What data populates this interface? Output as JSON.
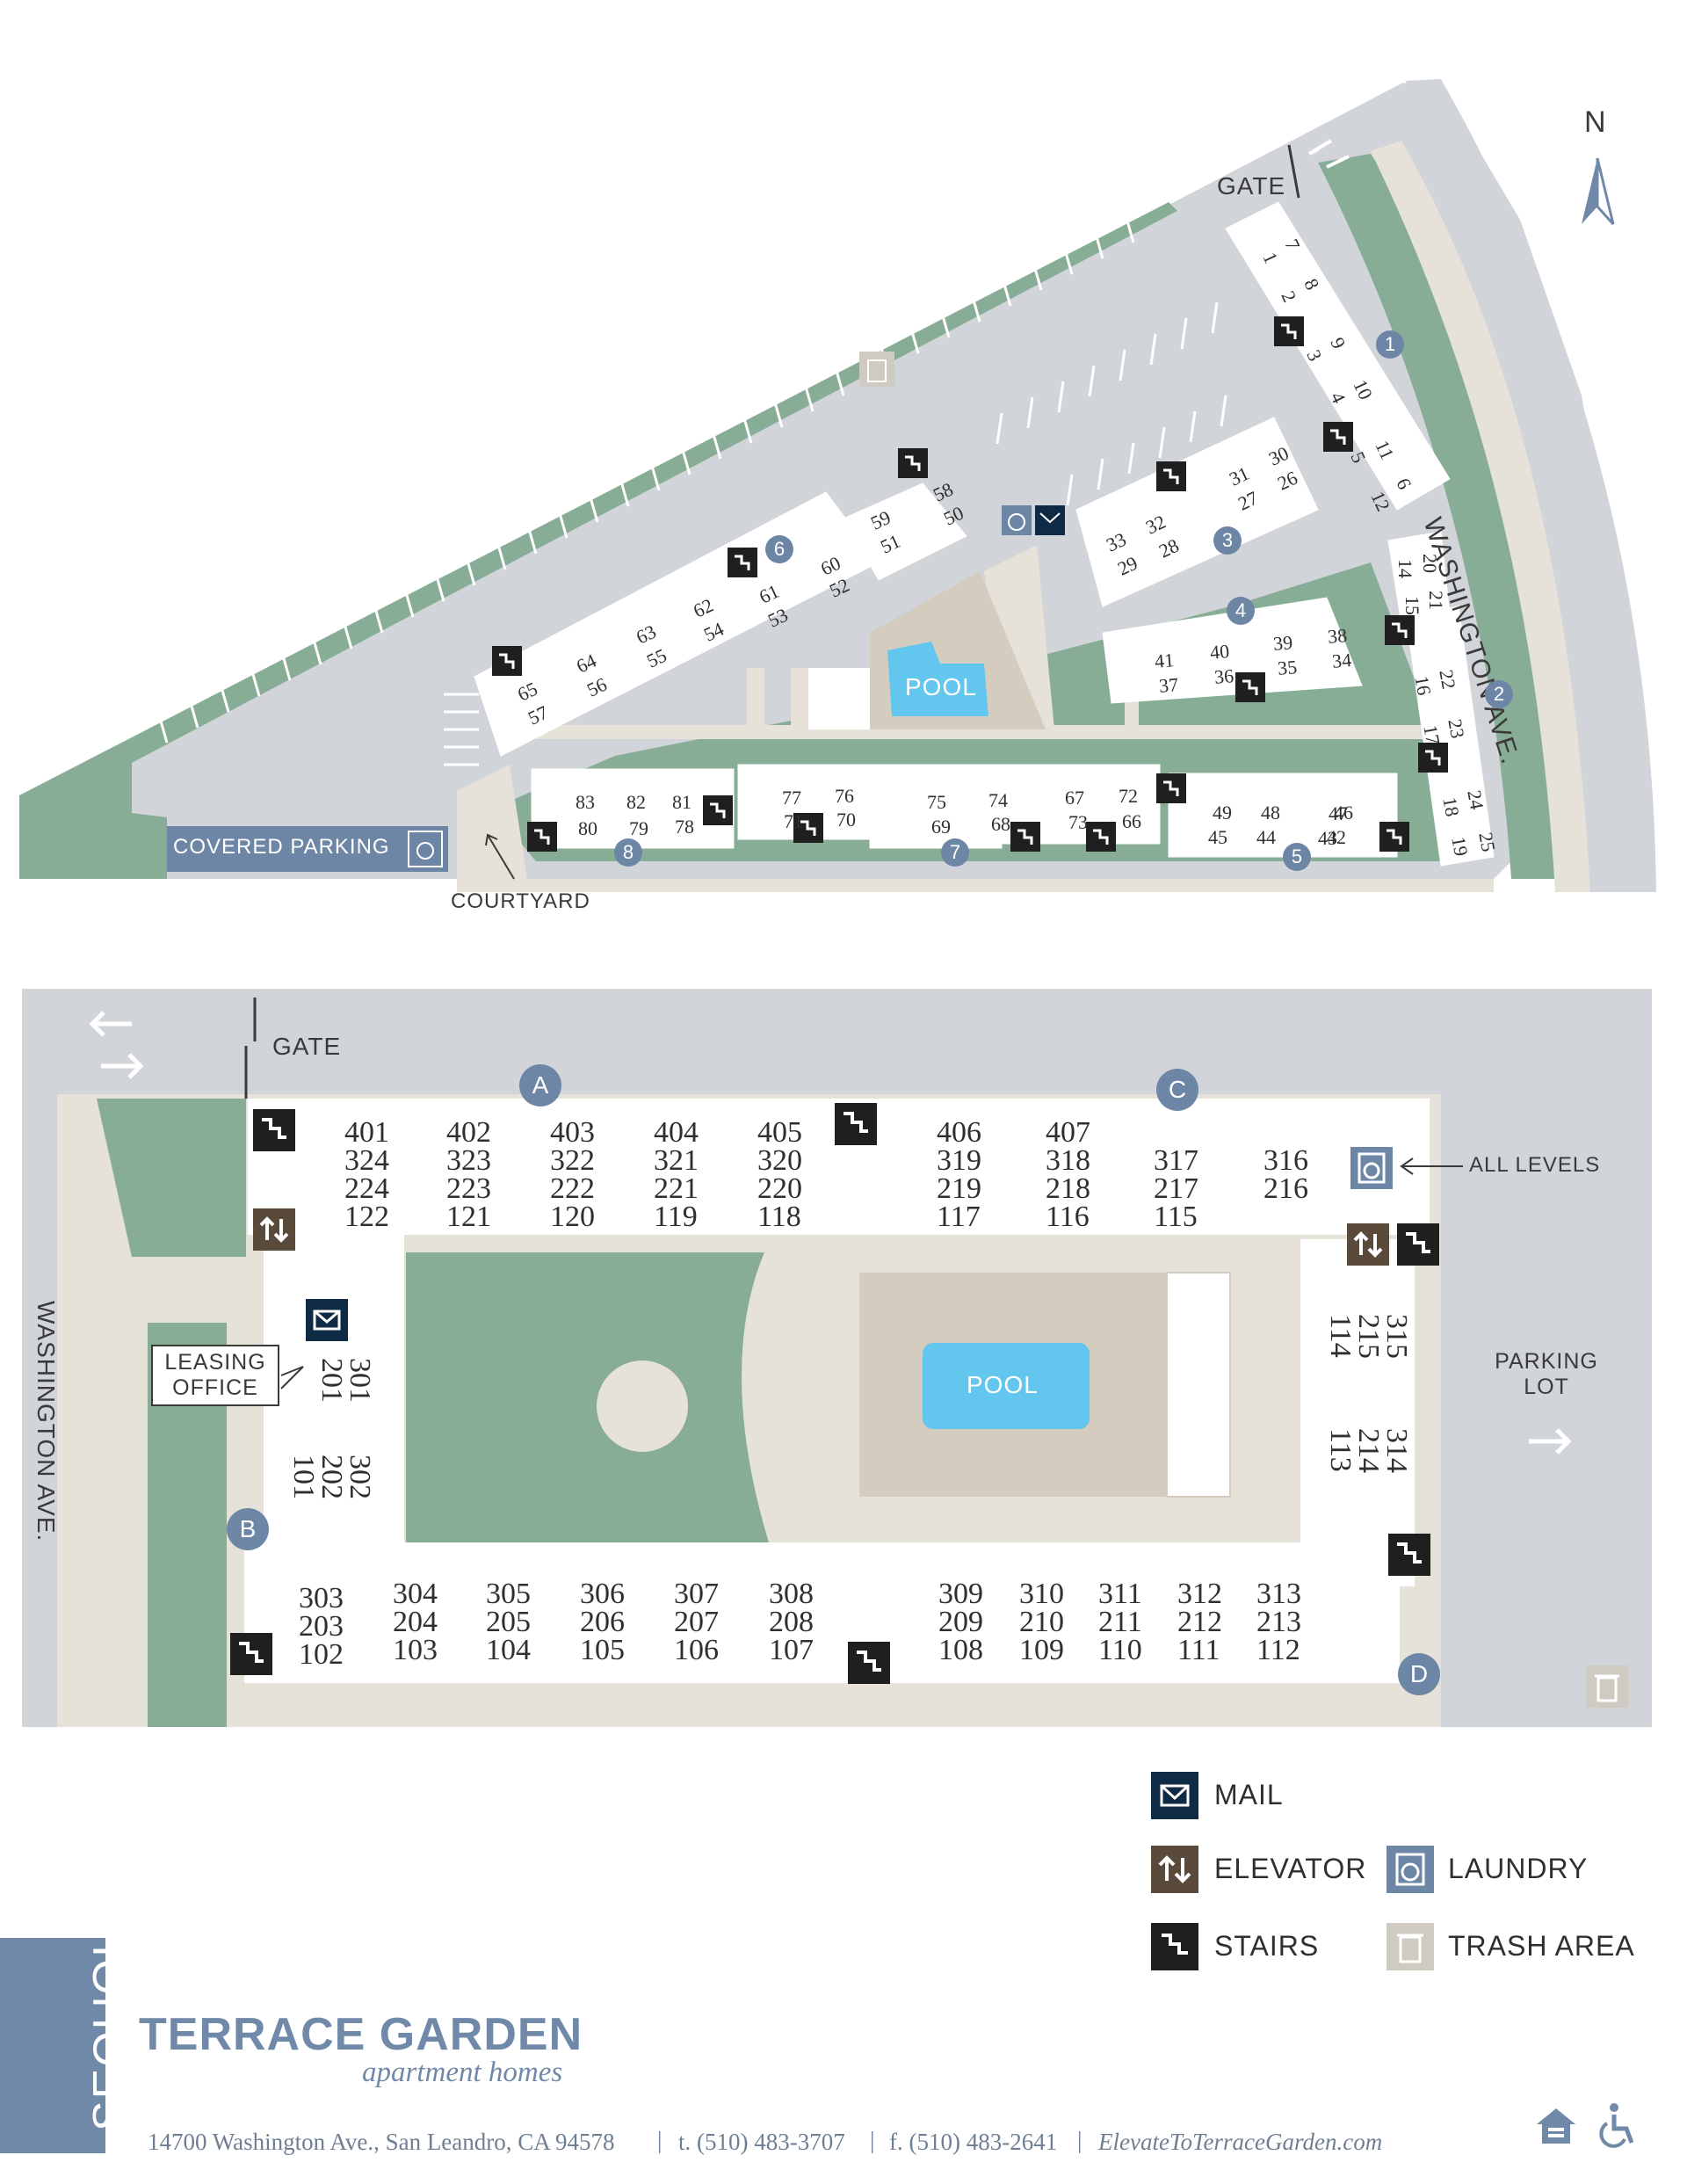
{
  "top_map": {
    "gate_label": "GATE",
    "street_label": "WASHINGTON AVE.",
    "north_label": "N",
    "pool_label": "POOL",
    "covered_parking_label": "COVERED PARKING",
    "courtyard_label": "COURTYARD",
    "building_markers": [
      "1",
      "2",
      "3",
      "4",
      "5",
      "6",
      "7",
      "8"
    ],
    "units": [
      "7",
      "1",
      "8",
      "2",
      "9",
      "3",
      "10",
      "4",
      "11",
      "5",
      "6",
      "12",
      "20",
      "14",
      "21",
      "15",
      "22",
      "16",
      "23",
      "17",
      "24",
      "18",
      "25",
      "19",
      "30",
      "31",
      "26",
      "27",
      "32",
      "33",
      "28",
      "29",
      "38",
      "39",
      "40",
      "41",
      "34",
      "35",
      "36",
      "37",
      "46",
      "47",
      "48",
      "49",
      "42",
      "43",
      "44",
      "45",
      "58",
      "50",
      "59",
      "51",
      "60",
      "52",
      "61",
      "53",
      "62",
      "54",
      "63",
      "55",
      "64",
      "56",
      "65",
      "57",
      "72",
      "67",
      "66",
      "73",
      "74",
      "75",
      "68",
      "69",
      "76",
      "77",
      "70",
      "71",
      "81",
      "82",
      "83",
      "78",
      "79",
      "80"
    ]
  },
  "bottom_map": {
    "gate_label": "GATE",
    "street_label": "WASHINGTON AVE.",
    "pool_label": "POOL",
    "leasing_office_label": "LEASING\nOFFICE",
    "parking_lot_label": "PARKING\nLOT",
    "all_levels_label": "ALL LEVELS",
    "building_markers": [
      "A",
      "B",
      "C",
      "D"
    ],
    "unit_stacks_top": [
      [
        "401",
        "324",
        "224",
        "122"
      ],
      [
        "402",
        "323",
        "223",
        "121"
      ],
      [
        "403",
        "322",
        "222",
        "120"
      ],
      [
        "404",
        "321",
        "221",
        "119"
      ],
      [
        "405",
        "320",
        "220",
        "118"
      ],
      [
        "406",
        "319",
        "219",
        "117"
      ],
      [
        "407",
        "318",
        "218",
        "116"
      ],
      [
        "317",
        "217",
        "115"
      ],
      [
        "316",
        "216"
      ]
    ],
    "unit_stacks_bottom": [
      [
        "303",
        "203",
        "102"
      ],
      [
        "304",
        "204",
        "103"
      ],
      [
        "305",
        "205",
        "104"
      ],
      [
        "306",
        "206",
        "105"
      ],
      [
        "307",
        "207",
        "106"
      ],
      [
        "308",
        "208",
        "107"
      ],
      [
        "309",
        "209",
        "108"
      ],
      [
        "310",
        "210",
        "109"
      ],
      [
        "311",
        "211",
        "110"
      ],
      [
        "312",
        "212",
        "111"
      ],
      [
        "313",
        "213",
        "112"
      ]
    ],
    "unit_stacks_left": [
      [
        "301",
        "201"
      ],
      [
        "302",
        "202",
        "101"
      ]
    ],
    "unit_stacks_right": [
      [
        "315",
        "215",
        "114"
      ],
      [
        "314",
        "214",
        "113"
      ]
    ]
  },
  "legend": {
    "mail": "MAIL",
    "elevator": "ELEVATOR",
    "laundry": "LAUNDRY",
    "stairs": "STAIRS",
    "trash": "TRASH AREA"
  },
  "branding": {
    "logo_text": "SEQUOIA",
    "property_name": "TERRACE GARDEN",
    "tagline": "apartment homes",
    "address": "14700 Washington Ave., San Leandro, CA 94578",
    "phone": "t. (510) 483-3707",
    "fax": "f. (510) 483-2641",
    "website": "ElevateToTerraceGarden.com",
    "separator": "|"
  },
  "colors": {
    "green": "#88ad96",
    "road_gray": "#d1d4d9",
    "path_beige": "#e6e2da",
    "pool_blue": "#62c6ee",
    "pool_deck": "#d4ccbf",
    "marker_blue": "#6d86a6",
    "dark_icon": "#1f1f1f",
    "mail_navy": "#0f2a44",
    "elevator_brown": "#5a4a3c",
    "brand_slate": "#7189a8"
  }
}
